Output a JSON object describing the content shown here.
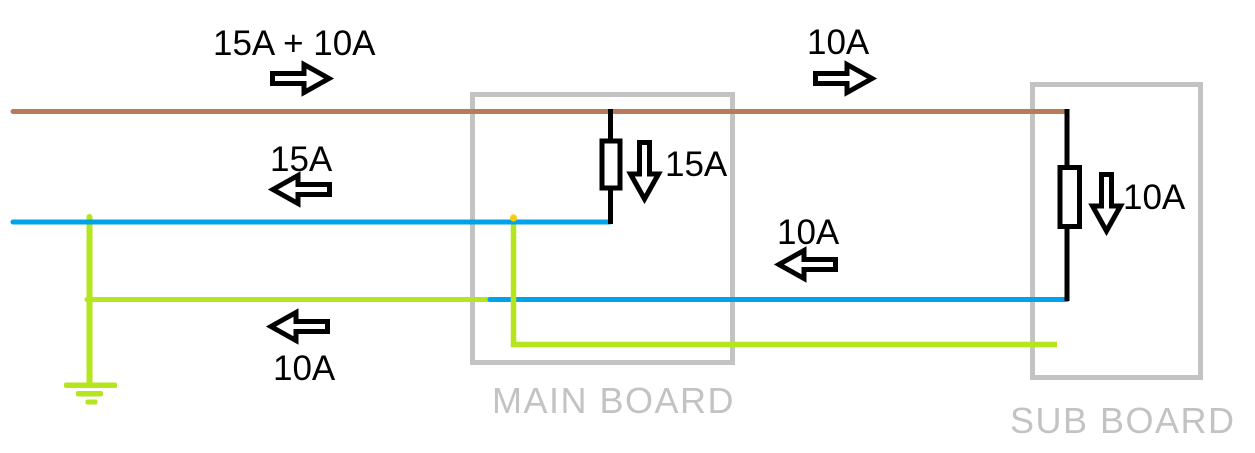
{
  "labels": {
    "supply_total": "15A + 10A",
    "supply_sub": "10A",
    "return_main": "15A",
    "return_sub": "10A",
    "return_earth": "10A",
    "load_main": "15A",
    "load_sub": "10A",
    "main_board": "MAIN BOARD",
    "sub_board": "SUB BOARD"
  },
  "colors": {
    "live_wire": "#B97A57",
    "neutral_wire": "#00A2E8",
    "ground_wire": "#B5E61D",
    "junction_dot": "#FFC90E",
    "board_outline": "#C3C3C3",
    "board_text": "#C3C3C3",
    "arrow_outline": "#000000",
    "load_outline": "#000000"
  },
  "icons": {
    "flow_right": "⇨",
    "flow_left": "⇦",
    "flow_down": "⇩",
    "earth_ground": "⏚",
    "resistor": "▯"
  }
}
